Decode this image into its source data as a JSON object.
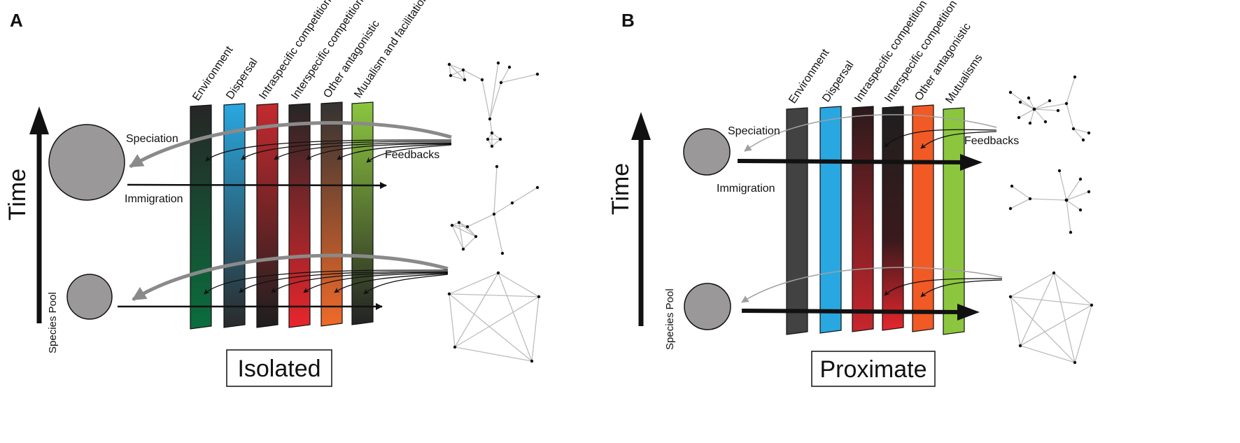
{
  "panels": [
    {
      "letter": "A",
      "time_label": "Time",
      "pool_label": "Species Pool",
      "speciation_label": "Speciation",
      "immigration_label": "Immigration",
      "feedbacks_label": "Feedbacks",
      "box_label": "Isolated",
      "processes": [
        "Environment",
        "Dispersal",
        "Intraspecific competition",
        "Interspecific competition",
        "Other antagonistic",
        "Muualism and facilitation"
      ]
    },
    {
      "letter": "B",
      "time_label": "Time",
      "pool_label": "Species Pool",
      "speciation_label": "Speciation",
      "immigration_label": "Immigration",
      "feedbacks_label": "Feedbacks",
      "box_label": "Proximate",
      "processes": [
        "Environment",
        "Dispersal",
        "Intraspecific competition",
        "Interspecific competition",
        "Other antagonistic",
        "Mutualisms"
      ]
    }
  ],
  "colors": {
    "circle": "#9a9899",
    "speciation_arrow_A": "#8a8a8a",
    "speciation_arrow_B": "#a0a0a0",
    "network_edge": "#bdbdbd",
    "bars_A": [
      [
        "#262626",
        "#0a6e3e"
      ],
      [
        "#2aa8e0",
        "#2a2a2a"
      ],
      [
        "#c42a2e",
        "#1e1e1e"
      ],
      [
        "#262626",
        "#e8262c"
      ],
      [
        "#333333",
        "#f06a2a"
      ],
      [
        "#8cc63f",
        "#232323"
      ]
    ],
    "bars_B": [
      "#424242",
      "#29a7e1",
      "#1f1f1f",
      "#1f1f1f",
      "#f15a24",
      "#8cc63f"
    ]
  }
}
